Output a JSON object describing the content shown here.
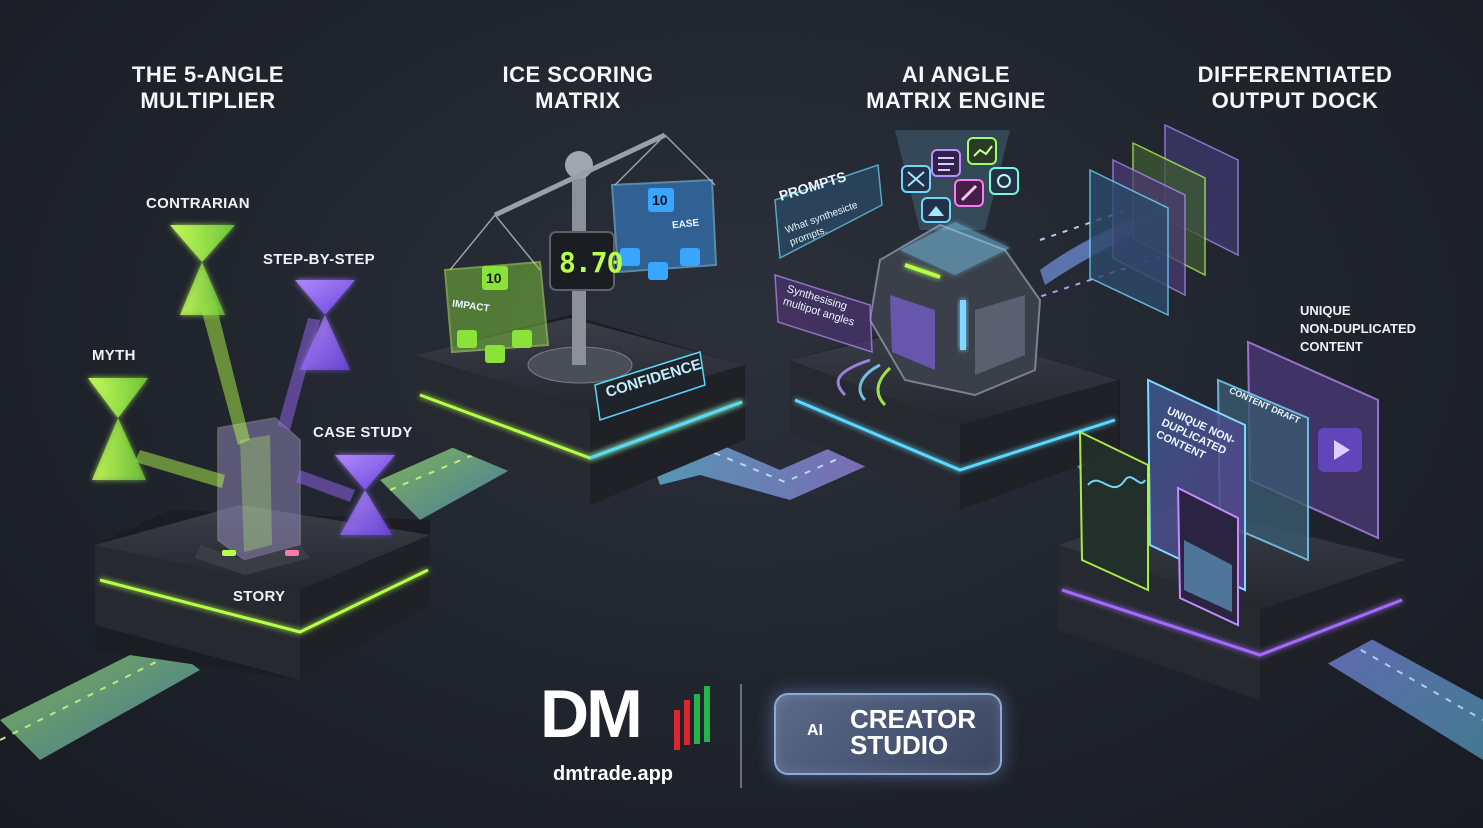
{
  "sections": [
    {
      "title_line1": "THE 5-ANGLE",
      "title_line2": "MULTIPLIER"
    },
    {
      "title_line1": "ICE SCORING",
      "title_line2": "MATRIX"
    },
    {
      "title_line1": "AI ANGLE",
      "title_line2": "MATRIX ENGINE"
    },
    {
      "title_line1": "DIFFERENTIATED",
      "title_line2": "OUTPUT DOCK"
    }
  ],
  "angles": {
    "contrarian": "CONTRARIAN",
    "step_by_step": "STEP-BY-STEP",
    "myth": "MYTH",
    "case_study": "CASE STUDY",
    "story": "STORY"
  },
  "ice": {
    "gauge_value": "8.70",
    "confidence": "CONFIDENCE",
    "impact": "IMPACT",
    "ease": "EASE",
    "left_score": "10",
    "right_score": "10"
  },
  "engine": {
    "prompts_label": "PROMPTS",
    "prompts_text": "What synthesicte prompts.",
    "synth_text": "Synthesising multipot angles"
  },
  "output": {
    "callout_line1": "UNIQUE",
    "callout_line2": "NON-DUPLICATED",
    "callout_line3": "CONTENT",
    "screen_text": "UNIQUE NON-DUPLICATED CONTENT",
    "draft_label": "CONTENT DRAFT"
  },
  "brand": {
    "logo": "DM",
    "url": "dmtrade.app",
    "badge_ai": "AI",
    "badge_line1": "CREATOR",
    "badge_line2": "STUDIO"
  },
  "colors": {
    "lime": "#a8f542",
    "purple": "#9b6bff",
    "cyan": "#5ad8ff",
    "platform": "#2a2d34"
  }
}
